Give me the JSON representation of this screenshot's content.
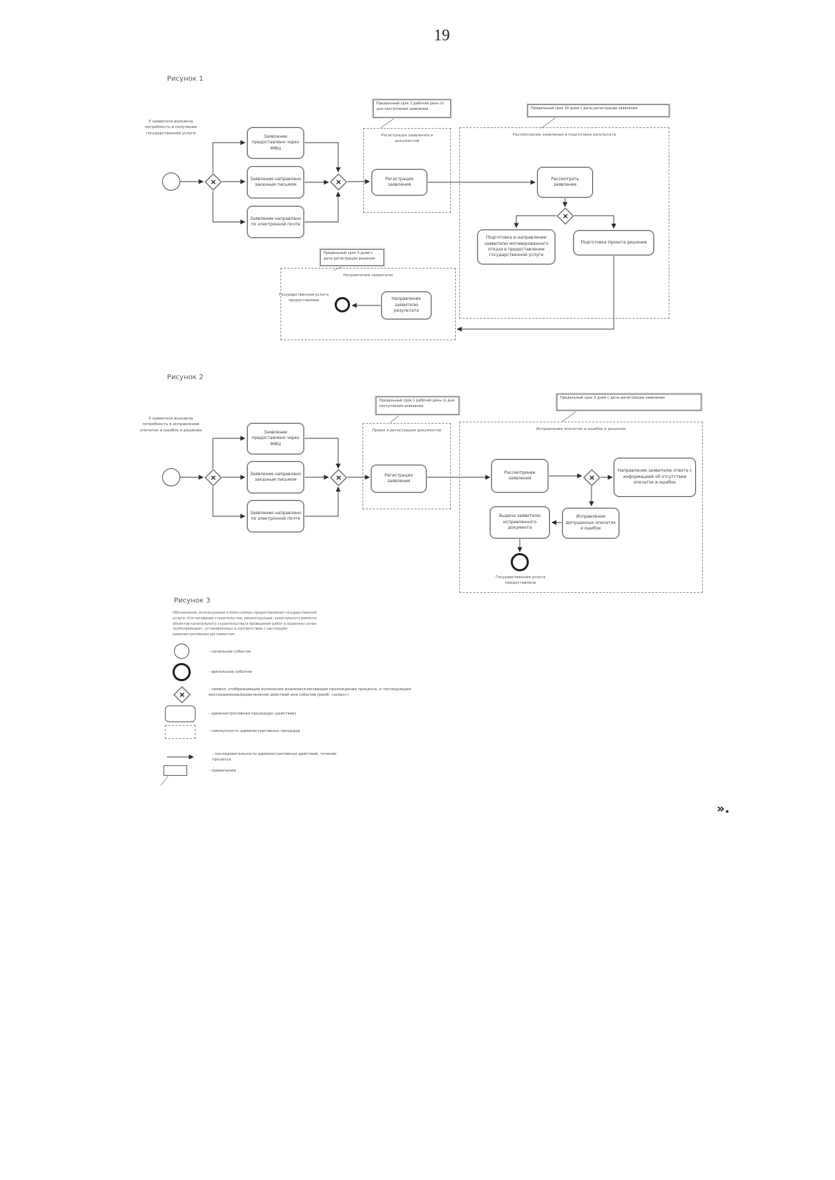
{
  "page": {
    "number": "19",
    "closing_mark": "»."
  },
  "fig1": {
    "label": "Рисунок 1",
    "start_note": "У заявителя возникла потребность в получении государственной услуги",
    "channels": {
      "mfc": "Заявление предоставлено через МФЦ",
      "mail": "Заявление направлено заказным письмом",
      "email": "Заявление направлено по электронной почте"
    },
    "registration": {
      "annotation": "Предельный срок 1 рабочий день со дня поступления заявления",
      "pool_label": "Регистрация заявления и документов",
      "task": "Регистрация заявления"
    },
    "review": {
      "annotation": "Предельный срок 30 дней с даты регистрации заявления",
      "pool_label": "Рассмотрение заявления и подготовка результата",
      "task": "Рассмотреть заявление",
      "refusal_task": "Подготовка и направление заявителю мотивированного отказа в предоставлении государственной услуги",
      "draft_task": "Подготовка проекта решения"
    },
    "result": {
      "annotation": "Предельный срок 3 дней с даты регистрации решения",
      "pool_label": "Направление заявителю",
      "task": "Направление заявителю результата",
      "end_note": "Государственная услуга предоставлена"
    }
  },
  "fig2": {
    "label": "Рисунок 2",
    "start_note": "У заявителя возникла потребность в исправлении опечаток и ошибок в решении",
    "channels": {
      "mfc": "Заявление предоставлено через МФЦ",
      "mail": "Заявление направлено заказным письмом",
      "email": "Заявление направлено по электронной почте"
    },
    "registration": {
      "annotation": "Предельный срок 1 рабочий день со дня поступления заявления",
      "pool_label": "Прием и регистрация документов",
      "task": "Регистрация заявления"
    },
    "correction": {
      "annotation": "Предельный срок 5 дней с даты регистрации заявления",
      "pool_label": "Исправление опечаток и ошибок в решении",
      "task_review": "Рассмотрение заявления",
      "task_no_errors": "Направление заявителю ответа с информацией об отсутствии опечаток и ошибок",
      "task_fix": "Исправление допущенных опечаток и ошибок",
      "task_issue": "Выдача заявителю исправленного документа",
      "end_note": "Государственная услуга предоставлена"
    }
  },
  "fig3": {
    "label": "Рисунок 3",
    "intro": "Обозначения, используемые в блок-схемах предоставления государственной услуги «Согласование строительства, реконструкции, капитального ремонта объектов капитального строительства и проведения работ в охранных зонах трубопроводов», установленных в соответствии с настоящим административным регламентом.",
    "legend": [
      {
        "text": "- начальное событие"
      },
      {
        "text": "- финальное событие"
      },
      {
        "text": "- символ, отображающий возможное взаимоисключающее прохождение процесса, и последующее воссоединение/разветвление действий или событий (ромб, «шлюз»)"
      },
      {
        "text": "- административная процедура (действие)"
      },
      {
        "text": "- совокупность административных процедур"
      },
      {
        "text": "- последовательность административных действий, течение процесса"
      },
      {
        "text": "- примечание"
      }
    ]
  }
}
